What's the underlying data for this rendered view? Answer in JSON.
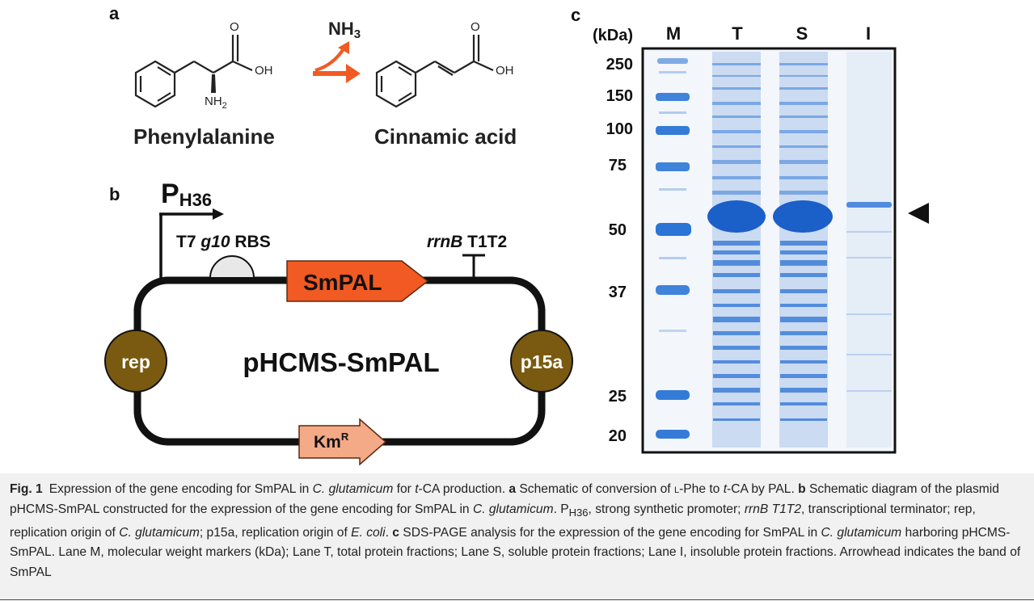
{
  "panels": {
    "a": "a",
    "b": "b",
    "c": "c"
  },
  "panel_a": {
    "reactant": "Phenylalanine",
    "product": "Cinnamic acid",
    "byproduct_main": "NH",
    "byproduct_sub": "3",
    "atom_oh": "OH",
    "atom_o": "O",
    "atom_nh2_main": "NH",
    "atom_nh2_sub": "2",
    "arrow_color": "#f15a22"
  },
  "panel_b": {
    "promoter_main": "P",
    "promoter_sub": "H36",
    "rbs_prefix": "T7 ",
    "rbs_italic": "g10",
    "rbs_suffix": " RBS",
    "terminator_italic": "rrnB",
    "terminator_suffix": " T1T2",
    "gene": "SmPAL",
    "plasmid": "pHCMS-SmPAL",
    "origin_left": "rep",
    "origin_right": "p15a",
    "marker_main": "Km",
    "marker_sup": "R",
    "gene_color": "#f15a22",
    "marker_color": "#f4a987",
    "origin_color": "#7a5a10"
  },
  "panel_c": {
    "unit_label": "(kDa)",
    "lanes": [
      "M",
      "T",
      "S",
      "I"
    ],
    "marker_kda": [
      "250",
      "150",
      "100",
      "75",
      "50",
      "37",
      "25",
      "20"
    ],
    "band_color": "#1f6ed4"
  },
  "caption": {
    "fig_label": "Fig. 1",
    "t1": "Expression of the gene encoding for SmPAL in ",
    "t2": "C. glutamicum",
    "t3": " for ",
    "t4": "t",
    "t5": "-CA production. ",
    "t6": "a",
    "t7": " Schematic of conversion of ",
    "t8": "l",
    "t9": "-Phe to ",
    "t10": "t",
    "t11": "-CA by PAL. ",
    "t12": "b",
    "t13": " Schematic diagram of the plasmid pHCMS-SmPAL constructed for the expression of the gene encoding for SmPAL in ",
    "t14": "C. glutamicum",
    "t15": ". P",
    "t16": "H36",
    "t17": ", strong synthetic promoter; ",
    "t18": "rrnB T1T2",
    "t19": ", transcriptional terminator; rep, replication origin of ",
    "t20": "C. glutamicum",
    "t21": "; p15a, replication origin of ",
    "t22": "E. coli",
    "t23": ". ",
    "t24": "c",
    "t25": " SDS-PAGE analysis for the expression of the gene encoding for SmPAL in ",
    "t26": "C. glutamicum",
    "t27": " harboring pHCMS-SmPAL. Lane M, molecular weight markers (kDa); Lane T, total protein fractions; Lane S, soluble protein fractions; Lane I, insoluble protein fractions. Arrowhead indicates the band of SmPAL"
  }
}
